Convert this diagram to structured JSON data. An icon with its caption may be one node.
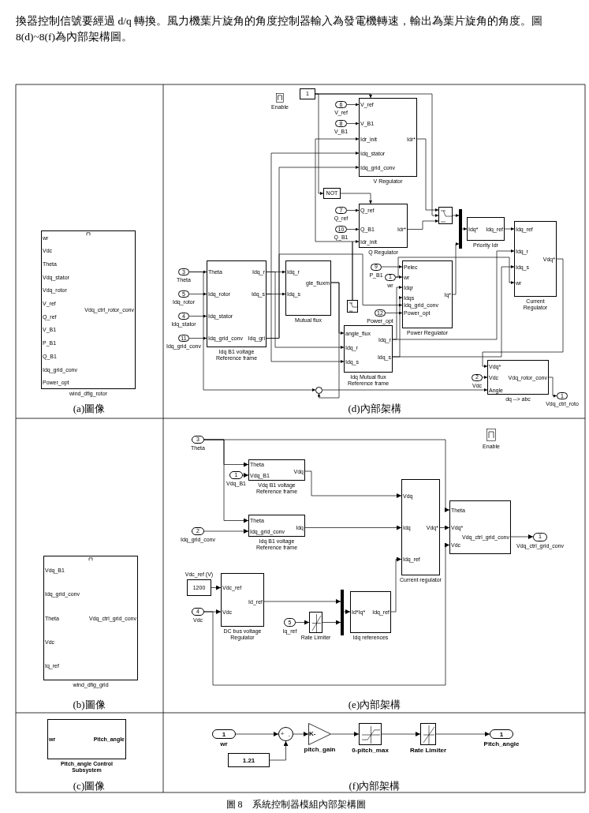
{
  "diagram": {
    "nodes": [
      {
        "text": [
          "wr",
          "Vdc",
          "Theta",
          "Vdq_stator",
          "Vdq_rotor",
          "V_ref",
          "Vdq_ctrl_rotor_conv",
          "Q_ref",
          "V_B1",
          "P_B1",
          "Q_B1",
          "Idq_grid_conv",
          "Power_opt"
        ],
        "beside": [
          "wind_dfig_rotor"
        ]
      },
      {
        "text": [
          "1"
        ]
      },
      {
        "text": [
          "6"
        ],
        "beside": [
          "V_ref"
        ]
      },
      {
        "text": [
          "8"
        ],
        "beside": [
          "V_B1"
        ]
      },
      {
        "text": [
          "V_ref",
          "V_B1",
          "Idr_init",
          "Idr*",
          "Idq_stator",
          "Idq_grid_conv"
        ],
        "beside": [
          "V Regulator"
        ]
      },
      {
        "text": [
          "NOT"
        ]
      },
      {
        "text": [
          "7"
        ],
        "beside": [
          "Q_ref"
        ]
      },
      {
        "text": [
          "10"
        ],
        "beside": [
          "Q_B1"
        ]
      },
      {
        "text": [
          "Q_ref",
          "Q_B1",
          "Idr*",
          "Idr_init"
        ],
        "beside": [
          "Q Regulator"
        ]
      },
      {
        "text": [],
        "shape": "switch"
      },
      {
        "text": [],
        "shape": "bar"
      },
      {
        "text": [
          "Idq*",
          "Idq_ref"
        ],
        "beside": [
          "Priority Idr"
        ]
      },
      {
        "text": [
          "9"
        ],
        "beside": [
          "P_B1"
        ]
      },
      {
        "text": [
          "1"
        ],
        "beside": [
          "wr"
        ]
      },
      {
        "text": [
          "12"
        ],
        "beside": [
          "Power_opt"
        ]
      },
      {
        "text": [
          "Pelec",
          "wr",
          "Idqr",
          "Iq*",
          "Idqs",
          "Idq_grid_conv",
          "Power_opt"
        ],
        "beside": [
          "Power Regulator"
        ]
      },
      {
        "text": [
          "Idq_ref",
          "Idq_r",
          "Vdq*",
          "Idq_s",
          "wr"
        ],
        "beside": [
          "Current Regulator"
        ]
      },
      {
        "text": [
          "2"
        ],
        "beside": [
          "Vdc"
        ]
      },
      {
        "text": [
          "Vdq*",
          "Vdc",
          "Vdq_rotor_conv",
          "Angle"
        ],
        "beside": [
          "dq --> abc"
        ]
      },
      {
        "text": [
          "1"
        ],
        "beside": [
          "Vdq_ctrl_roto"
        ]
      },
      {
        "text": [
          "3"
        ],
        "beside": [
          "Theta"
        ]
      },
      {
        "text": [
          "5"
        ],
        "beside": [
          "Idq_rotor"
        ]
      },
      {
        "text": [
          "4"
        ],
        "beside": [
          "Idq_stator"
        ]
      },
      {
        "text": [
          "11"
        ],
        "beside": [
          "Idq_grid_conv"
        ]
      },
      {
        "text": [
          "Theta",
          "Idq_r",
          "Idq_rotor",
          "Idq_s",
          "Idq_stator",
          "Idq_grid_conv",
          "Idq_gri"
        ],
        "beside": [
          "Idq B1 voltage Reference frame"
        ]
      },
      {
        "text": [
          "Idq_r",
          "gle_fluxm",
          "Idq_s"
        ],
        "beside": [
          "Mutual flux"
        ]
      },
      {
        "text": [
          "angle_flux",
          "Idq_r",
          "Idq_r",
          "Idq_s",
          "Idq_s"
        ],
        "beside": [
          "Idq Mutual flux Reference frame"
        ]
      },
      {
        "text": [],
        "shape": "switch"
      },
      {
        "text": [],
        "shape": "circle"
      },
      {
        "text": [
          "Vdq_B1",
          "Idq_grid_conv",
          "Theta",
          "Vdq_ctrl_grid_conv",
          "Vdc",
          "Iq_ref"
        ],
        "beside": [
          "wind_dfig_grid"
        ]
      },
      {
        "text": [
          "3"
        ],
        "beside": [
          "Theta"
        ]
      },
      {
        "text": [
          "1"
        ],
        "beside": [
          "Vdq_B1"
        ]
      },
      {
        "text": [
          "Theta",
          "Vdq",
          "Vdq_B1"
        ],
        "beside": [
          "Vdq B1 voltage Reference frame"
        ]
      },
      {
        "text": [
          "2"
        ],
        "beside": [
          "Idq_grid_conv"
        ]
      },
      {
        "text": [
          "Theta",
          "Idq",
          "Idq_grid_conv"
        ],
        "beside": [
          "Idq B1 voltage Reference frame"
        ]
      },
      {
        "text": [
          "Vdq",
          "Idq",
          "Vdq*",
          "Idq_ref"
        ],
        "beside": [
          "Current regulator"
        ]
      },
      {
        "text": [
          "Theta",
          "Vdq*",
          "Vdq_ctrl_grid_conv",
          "Vdc"
        ]
      },
      {
        "text": [
          "1"
        ],
        "beside": [
          "Vdq_ctrl_grid_conv"
        ]
      },
      {
        "text": [
          "1200"
        ],
        "beside": [
          "Vdc_ref (V)"
        ]
      },
      {
        "text": [
          "4"
        ],
        "beside": [
          "Vdc"
        ]
      },
      {
        "text": [
          "Vdc_ref",
          "Id_ref",
          "Vdc"
        ],
        "beside": [
          "DC bus voltage Regulator"
        ]
      },
      {
        "text": [
          "5"
        ],
        "beside": [
          "Iq_ref"
        ]
      },
      {
        "text": [],
        "shape": "box",
        "beside": [
          "Rate Limiter"
        ]
      },
      {
        "text": [],
        "shape": "bar"
      },
      {
        "text": [
          "Id*Iq*",
          "Idq_ref"
        ],
        "beside": [
          "Idq references"
        ]
      },
      {
        "text": [
          "wr",
          "Pitch_angle"
        ],
        "beside": [
          "Pitch_angle Control Subsystem"
        ]
      },
      {
        "text": [
          "1"
        ],
        "beside": [
          "wr"
        ]
      },
      {
        "text": [
          "+",
          "-"
        ]
      },
      {
        "text": [
          "1.21"
        ]
      },
      {
        "text": [
          "K-"
        ],
        "beside": [
          "pitch_gain"
        ]
      },
      {
        "text": [],
        "shape": "box",
        "beside": [
          "0-pitch_max"
        ]
      },
      {
        "text": [],
        "shape": "box",
        "beside": [
          "Rate Limiter"
        ]
      },
      {
        "text": [
          "1"
        ],
        "beside": [
          "Pitch_angle"
        ]
      }
    ],
    "edges": [
      {
        "from": 1,
        "to": 4,
        "arrow": "to"
      },
      {
        "from": 1,
        "to": 5,
        "arrow": "to"
      },
      {
        "from": 1,
        "to": 9,
        "arrow": "to"
      },
      {
        "from": 5,
        "to": 8,
        "arrow": "to"
      },
      {
        "from": 2,
        "to": 4,
        "arrow": "to"
      },
      {
        "from": 3,
        "to": 4,
        "arrow": "to"
      },
      {
        "from": 4,
        "to": 9,
        "arrow": "to"
      },
      {
        "from": 8,
        "to": 9,
        "arrow": "to"
      },
      {
        "from": 9,
        "to": 10,
        "arrow": "to"
      },
      {
        "from": 15,
        "to": 10,
        "arrow": "to"
      },
      {
        "from": 10,
        "to": 11,
        "arrow": "to"
      },
      {
        "from": 11,
        "to": 16,
        "arrow": "to"
      },
      {
        "from": 12,
        "to": 15,
        "arrow": "to"
      },
      {
        "from": 13,
        "to": 15,
        "arrow": "to"
      },
      {
        "from": 13,
        "to": 16,
        "arrow": "to"
      },
      {
        "from": 14,
        "to": 15,
        "arrow": "to"
      },
      {
        "from": 16,
        "to": 18,
        "arrow": "to"
      },
      {
        "from": 17,
        "to": 18,
        "arrow": "to"
      },
      {
        "from": 18,
        "to": 19,
        "arrow": "to"
      },
      {
        "from": 20,
        "to": 24,
        "arrow": "to"
      },
      {
        "from": 21,
        "to": 24,
        "arrow": "to"
      },
      {
        "from": 22,
        "to": 24,
        "arrow": "to"
      },
      {
        "from": 23,
        "to": 24,
        "arrow": "to"
      },
      {
        "from": 24,
        "to": 25,
        "arrow": "to"
      },
      {
        "from": 24,
        "to": 25,
        "arrow": "to"
      },
      {
        "from": 24,
        "to": 26,
        "arrow": "to"
      },
      {
        "from": 24,
        "to": 26,
        "arrow": "to"
      },
      {
        "from": 24,
        "to": 4,
        "arrow": "to"
      },
      {
        "from": 24,
        "to": 4,
        "arrow": "to"
      },
      {
        "from": 24,
        "to": 15,
        "arrow": "to"
      },
      {
        "from": 25,
        "to": 26,
        "arrow": "to"
      },
      {
        "from": 25,
        "to": 28,
        "arrow": "to"
      },
      {
        "from": 20,
        "to": 28,
        "arrow": "to"
      },
      {
        "from": 28,
        "to": 18,
        "arrow": "to"
      },
      {
        "from": 26,
        "to": 16,
        "arrow": "to"
      },
      {
        "from": 26,
        "to": 16,
        "arrow": "to"
      },
      {
        "from": 26,
        "to": 15,
        "arrow": "to"
      },
      {
        "from": 26,
        "to": 15,
        "arrow": "to"
      },
      {
        "from": 27,
        "to": 8,
        "arrow": "to"
      },
      {
        "from": 27,
        "to": 4,
        "arrow": "to"
      },
      {
        "from": 6,
        "to": 8,
        "arrow": "to"
      },
      {
        "from": 7,
        "to": 8,
        "arrow": "to"
      },
      {
        "from": 30,
        "to": 32,
        "arrow": "to"
      },
      {
        "from": 30,
        "to": 34,
        "arrow": "to"
      },
      {
        "from": 30,
        "to": 36,
        "arrow": "to"
      },
      {
        "from": 31,
        "to": 32,
        "arrow": "to"
      },
      {
        "from": 32,
        "to": 35,
        "arrow": "to"
      },
      {
        "from": 33,
        "to": 34,
        "arrow": "to"
      },
      {
        "from": 34,
        "to": 35,
        "arrow": "to"
      },
      {
        "from": 35,
        "to": 36,
        "arrow": "to"
      },
      {
        "from": 36,
        "to": 37,
        "arrow": "to"
      },
      {
        "from": 38,
        "to": 40,
        "arrow": "to"
      },
      {
        "from": 39,
        "to": 40,
        "arrow": "to"
      },
      {
        "from": 39,
        "to": 36,
        "arrow": "to"
      },
      {
        "from": 40,
        "to": 43,
        "arrow": "to"
      },
      {
        "from": 41,
        "to": 42,
        "arrow": "to"
      },
      {
        "from": 42,
        "to": 43,
        "arrow": "to"
      },
      {
        "from": 43,
        "to": 44,
        "arrow": "to"
      },
      {
        "from": 44,
        "to": 35,
        "arrow": "to"
      },
      {
        "from": 46,
        "to": 47,
        "arrow": "to"
      },
      {
        "from": 48,
        "to": 47,
        "arrow": "to"
      },
      {
        "from": 47,
        "to": 49,
        "arrow": "to"
      },
      {
        "from": 49,
        "to": 50,
        "arrow": "to"
      },
      {
        "from": 50,
        "to": 51,
        "arrow": "to"
      },
      {
        "from": 51,
        "to": 52,
        "arrow": "to"
      }
    ],
    "labels": [
      "換器控制信號要經過 d/q 轉換。風力機葉片旋角的角度控制器輸入為發電機轉速，輸出為葉片旋角的角度。圖 8(d)~8(f)為內部架構圖。",
      "Enable",
      "(a)圖像",
      "(d)內部架構",
      "Enable",
      "(b)圖像",
      "(e)內部架構",
      "(c)圖像",
      "(f)內部架構",
      "圖 8　系統控制器模組內部架構圖"
    ]
  }
}
